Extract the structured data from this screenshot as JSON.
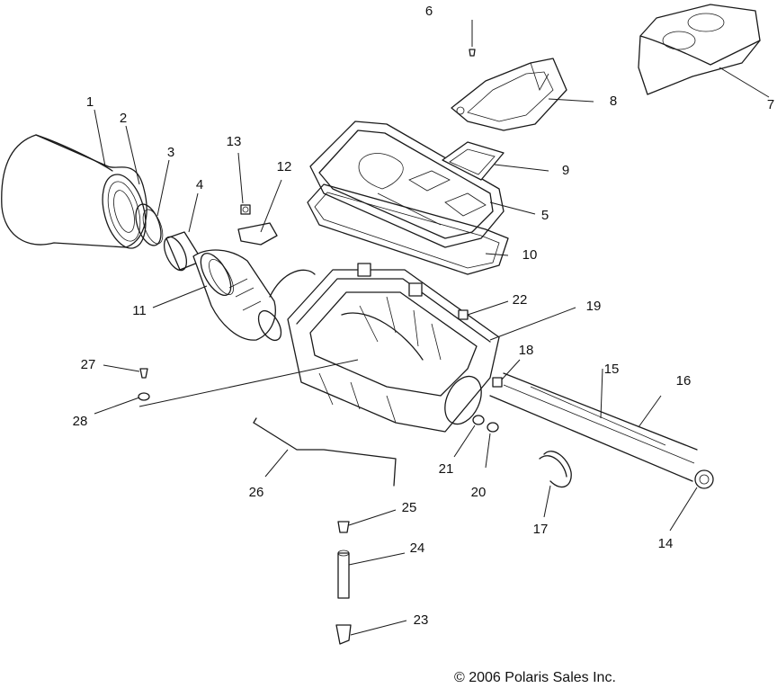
{
  "callouts": {
    "c1": "1",
    "c2": "2",
    "c3": "3",
    "c4": "4",
    "c5": "5",
    "c6": "6",
    "c7": "7",
    "c8": "8",
    "c9": "9",
    "c10": "10",
    "c11": "11",
    "c12": "12",
    "c13": "13",
    "c14": "14",
    "c15": "15",
    "c16": "16",
    "c17": "17",
    "c18": "18",
    "c19": "19",
    "c20": "20",
    "c21": "21",
    "c22": "22",
    "c23": "23",
    "c24": "24",
    "c25": "25",
    "c26": "26",
    "c27": "27",
    "c28": "28"
  },
  "copyright": "© 2006 Polaris Sales Inc."
}
